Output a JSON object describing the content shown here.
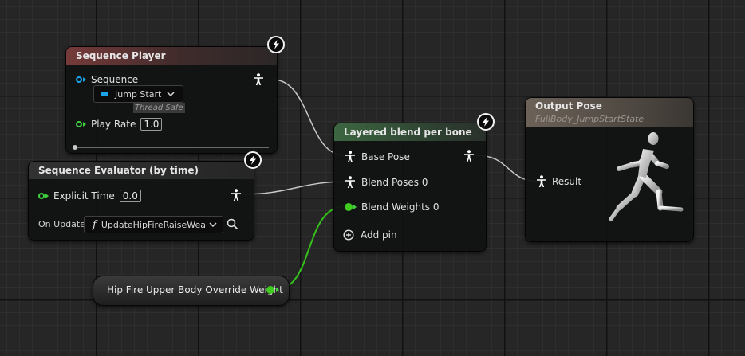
{
  "nodes": {
    "sequence_player": {
      "title": "Sequence Player",
      "sequence_label": "Sequence",
      "sequence_value": "Jump Start",
      "thread_safe": "Thread Safe",
      "play_rate_label": "Play Rate",
      "play_rate_value": "1.0"
    },
    "sequence_evaluator": {
      "title": "Sequence Evaluator (by time)",
      "explicit_time_label": "Explicit Time",
      "explicit_time_value": "0.0",
      "on_update_label": "On Update",
      "on_update_function": "UpdateHipFireRaiseWea",
      "function_glyph": "f"
    },
    "layered_blend": {
      "title": "Layered blend per bone",
      "base_pose": "Base Pose",
      "blend_poses": "Blend Poses 0",
      "blend_weights": "Blend Weights 0",
      "add_pin": "Add pin"
    },
    "output_pose": {
      "title": "Output Pose",
      "subtitle": "FullBody_JumpStartState",
      "result": "Result"
    },
    "variable": {
      "label": "Hip Fire Upper Body Override Weight"
    }
  },
  "colors": {
    "float_pin": "#3fcc1e",
    "object_pin": "#1aa3e8",
    "wire_pose": "#c8c8c8",
    "wire_float": "#34c21b"
  }
}
